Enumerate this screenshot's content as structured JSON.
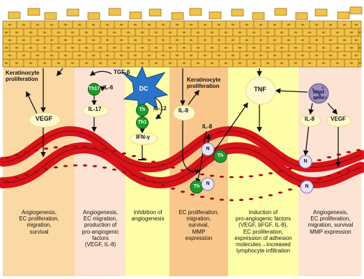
{
  "colors": {
    "col_orange": "#fbd9a4",
    "col_pink": "#fde3d3",
    "col_yellow": "#ffffaa",
    "col_deep_orange": "#f9c78c",
    "skin_cell": "#f2c14a",
    "skin_outline": "#8a6a10",
    "vessel": "#d7141a",
    "vessel_dark": "#8f0b0f",
    "th_cell": "#1f9a2c",
    "dc": "#2a73c9",
    "mast": "#9c8fc4"
  },
  "icons": [
    "dendritic-cell-icon",
    "t-helper-cell-icon",
    "neutrophil-icon",
    "mast-cell-icon",
    "keratinocyte-icon",
    "blood-vessel-icon"
  ],
  "labels": {
    "kerat_prolif_1": "Keratinocyte proliferation",
    "kerat_prolif_2": "Keratinocyte proliferation",
    "vegf_1": "VEGF",
    "vegf_2": "VEGF",
    "tgf_beta": "TGF-β",
    "il6": "IL-6",
    "th17": "Th17",
    "il17": "IL-17",
    "dc": "DC",
    "th_a": "Th",
    "th_b": "Th",
    "th_c": "Th",
    "th1": "Th1",
    "il12": "IL-12",
    "ifn_gamma": "IFN-γ",
    "il8_1": "IL-8",
    "il8_2": "IL-8",
    "il8_3": "IL-8",
    "n_1": "N",
    "n_2": "N",
    "n_3": "N",
    "n_4": "N",
    "tnf": "TNF",
    "mast_cell": "Mast cells"
  },
  "captions": {
    "col1": "Angiogenesis,\nEC proliferation,\nmigration,\nsurvival",
    "col2": "Angiogenesis,\nEC migration,\nproduction of\npro-angiogenic\nfactors\n(VEGF, IL-8)",
    "col3": "Inhibition of\nangiogenesis",
    "col4": "EC proliferation,\nmigration,\nsurvival,\nMMP\nexpression",
    "col5": "Induction of\npro-angiogenic factors\n(VEGF, bFGF, IL-8),\nEC proliferation,\nexpression of adhesion\nmolecules→increased\nlymphocyte infiltration",
    "col6": "Angiogenesis,\nEC proliferation,\nmigration, survival\nMMP expression"
  }
}
